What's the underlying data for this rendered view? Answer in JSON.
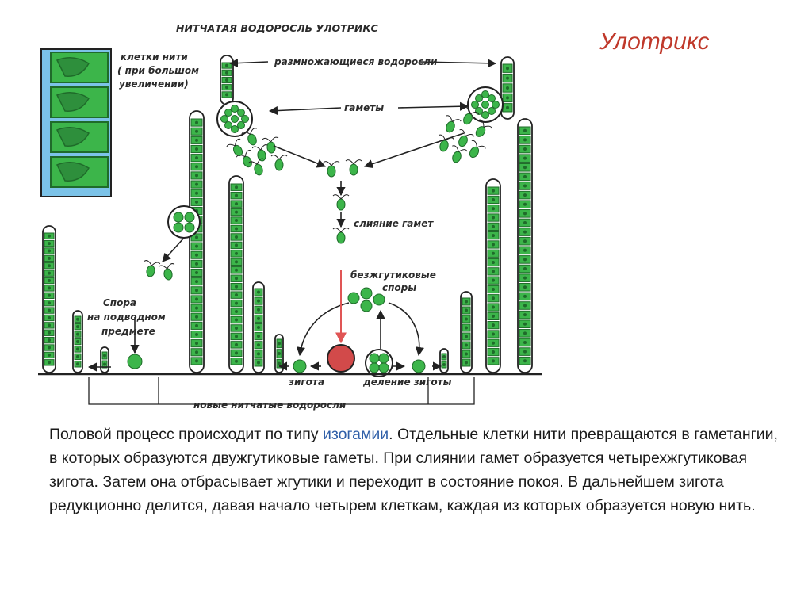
{
  "slide": {
    "title": "Улотрикс",
    "paragraph": {
      "before": "Половой процесс происходит по типу ",
      "highlight": "изогамии",
      "after": ". Отдельные клетки нити превращаются в гаметангии, в которых образуются двужгутиковые гаметы. При слиянии гамет образуется четырехжгутиковая зигота.  Затем  она отбрасывает  жгутики  и  переходит  в  состояние покоя. В дальнейшем зигота  редукционно  делится, давая начало четырем клеткам, каждая из которых образуется новую нить."
    }
  },
  "diagram": {
    "heading": "НИТЧАТАЯ ВОДОРОСЛЬ УЛОТРИКС",
    "labels": {
      "thread_cells_1": "клетки нити",
      "thread_cells_2": "( при большом",
      "thread_cells_3": "увеличении)",
      "reproducing_algae": "размножающиеся водоросли",
      "gametes": "гаметы",
      "gamete_fusion": "слияние гамет",
      "flagellaless_spores_1": "безжгутиковые",
      "flagellaless_spores_2": "споры",
      "spore_1": "Спора",
      "spore_2": "на подводном",
      "spore_3": "предмете",
      "zygote": "зигота",
      "zygote_division": "деление зиготы",
      "new_algae": "новые нитчатые водоросли"
    },
    "colors": {
      "cell_green": "#3cb54a",
      "cell_dark": "#1f6b2a",
      "outline": "#222222",
      "zygote_red": "#d24a4a",
      "arrow_red": "#e05555",
      "inset_blue": "#7cc3e8",
      "title_red": "#c0392b",
      "highlight_blue": "#2f5fa8"
    }
  }
}
